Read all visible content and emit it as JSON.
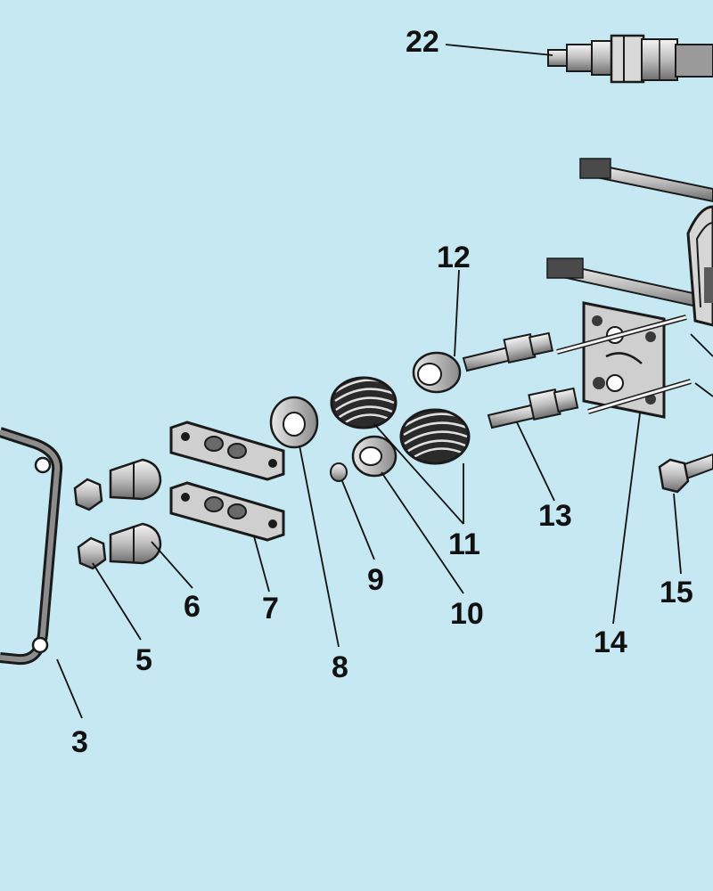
{
  "diagram": {
    "background": "#c5e8f2",
    "part_labels": {
      "p22": "22",
      "p12": "12",
      "p13": "13",
      "p11": "11",
      "p10": "10",
      "p9": "9",
      "p8": "8",
      "p7": "7",
      "p6": "6",
      "p5": "5",
      "p3": "3",
      "p14": "14",
      "p15": "15"
    }
  }
}
